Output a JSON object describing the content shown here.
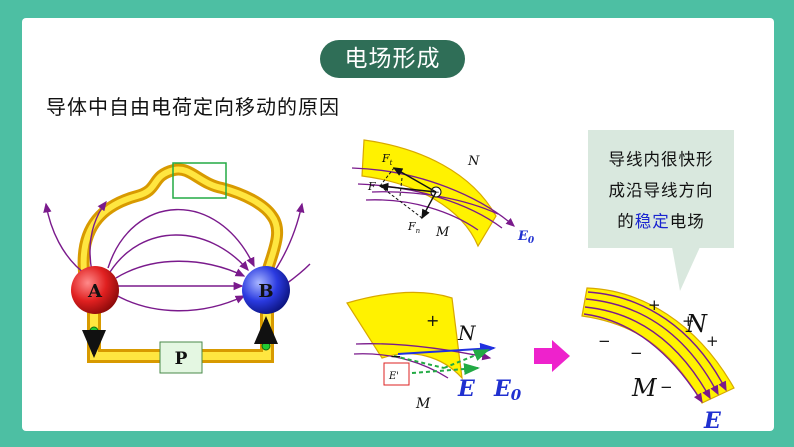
{
  "slide": {
    "title": "电场形成",
    "subtitle": "导体中自由电荷定向移动的原因"
  },
  "left_diagram": {
    "sphere_a_label": "A",
    "sphere_b_label": "B",
    "pump_label": "P"
  },
  "top_wire": {
    "label_n": "N",
    "label_m": "M",
    "label_f": "F",
    "label_ft": "F",
    "label_ft_sub": "t",
    "label_fn": "F",
    "label_fn_sub": "n",
    "field_label": "E",
    "field_sub": "0",
    "charge_sign": "−"
  },
  "bottom_wire": {
    "label_n": "N",
    "label_m": "M",
    "plus_sign": "+",
    "minus_sign": "−",
    "e_prime": "E'",
    "e_label": "E",
    "e0_label": "E",
    "e0_sub": "0"
  },
  "right_wire": {
    "label_n": "N",
    "label_m": "M",
    "e_label": "E",
    "plus": "+",
    "minus": "−"
  },
  "callout": {
    "line1": "导线内很快形",
    "line2": "成沿导线方向",
    "line3_pre": "的",
    "line3_highlight": "稳定",
    "line3_post": "电场"
  },
  "colors": {
    "background": "#4dbfa3",
    "title_pill": "#2f6e57",
    "callout_bg": "#d9e8de",
    "highlight_text": "#1a24d0",
    "wire_yellow": "#ffee00",
    "wire_orange": "#e6a400",
    "field_line": "#7a1a8c",
    "sphere_a": "#e02020",
    "sphere_b": "#2030d8",
    "arrow_magenta": "#ee22cc"
  }
}
